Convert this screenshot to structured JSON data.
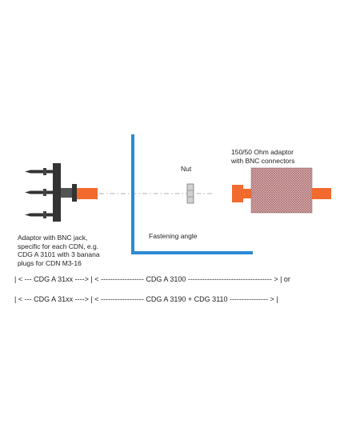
{
  "labels": {
    "adaptor_right": "150/50 Ohm adaptor\nwith BNC connectors",
    "nut": "Nut",
    "fastening_angle": "Fastening angle",
    "adaptor_left": "Adaptor with BNC jack,\nspecific for each CDN, e.g.\nCDG A 3101 with 3 banana\nplugs for CDN M3-16"
  },
  "brackets": {
    "line1": "| < --- CDG A 31xx ----> | < ------------------ CDG A 3100 ----------------------------------- > | or",
    "line2": "| < --- CDG A 31xx ----> | < ------------------ CDG A 3190 + CDG 3110 ---------------- > |"
  },
  "colors": {
    "orange": "#f26a2e",
    "dark": "#333333",
    "angle_blue": "#2a8ad4",
    "grey": "#bdbdbd",
    "hatch_base": "#d9a6a8",
    "hatch_dot": "#7a4a4c"
  }
}
